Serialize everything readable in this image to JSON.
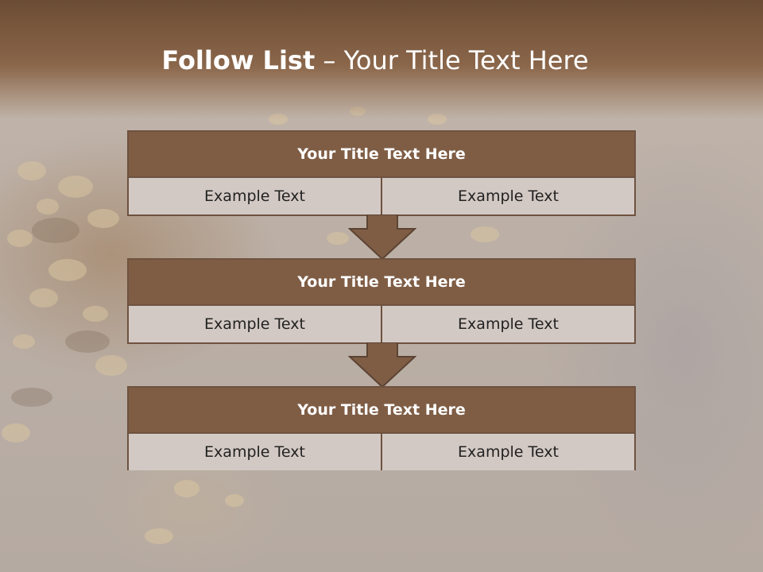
{
  "slide": {
    "title_strong": "Follow List",
    "title_rest": "– Your Title Text Here"
  },
  "steps": [
    {
      "title": "Your Title Text Here",
      "left": "Example Text",
      "right": "Example Text"
    },
    {
      "title": "Your Title Text Here",
      "left": "Example Text",
      "right": "Example Text"
    },
    {
      "title": "Your Title Text Here",
      "left": "Example Text",
      "right": "Example Text"
    }
  ],
  "colors": {
    "header_brown": "#8a664a",
    "box_head": "#7f5d45",
    "box_border": "#6e5240",
    "cell_bg": "#d3c9c4",
    "arrow": "#7f5d45"
  }
}
